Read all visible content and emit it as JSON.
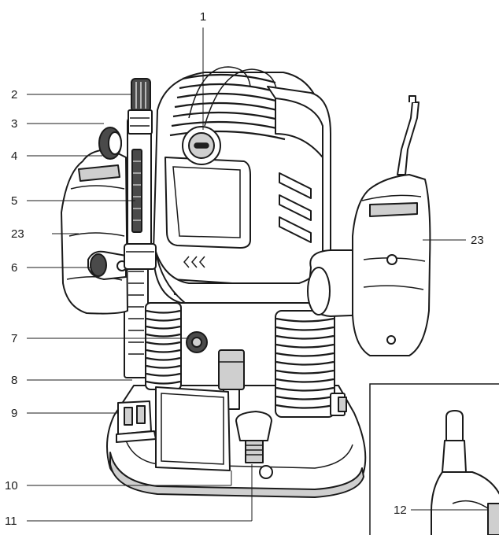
{
  "figure": {
    "callouts": [
      "1",
      "2",
      "3",
      "4",
      "5",
      "23",
      "6",
      "7",
      "8",
      "9",
      "10",
      "11",
      "23",
      "12"
    ]
  }
}
